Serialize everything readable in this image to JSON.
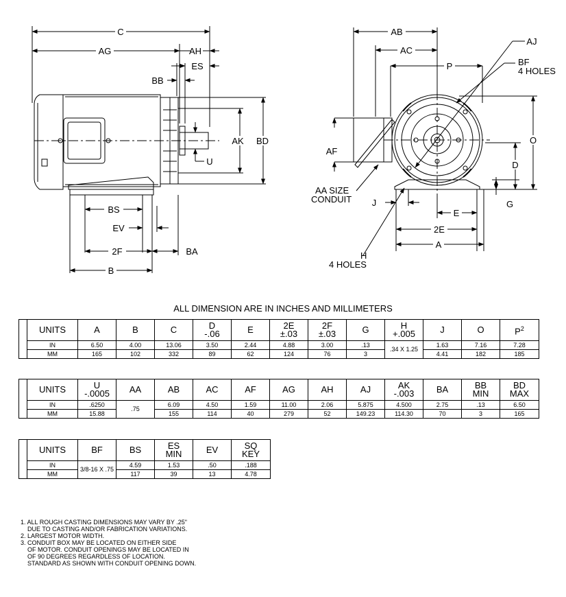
{
  "side_view_labels": {
    "C": "C",
    "AG": "AG",
    "AH": "AH",
    "ES": "ES",
    "BB": "BB",
    "U": "U",
    "AK": "AK",
    "BD": "BD",
    "BS": "BS",
    "EV": "EV",
    "2F": "2F",
    "BA": "BA",
    "B": "B"
  },
  "end_view_labels": {
    "AB": "AB",
    "AC": "AC",
    "AJ": "AJ",
    "P": "P",
    "BF": "BF",
    "BF_holes": "4 HOLES",
    "O": "O",
    "AF": "AF",
    "D": "D",
    "AA_1": "AA SIZE",
    "AA_2": "CONDUIT",
    "J": "J",
    "G": "G",
    "E": "E",
    "2E": "2E",
    "A": "A",
    "H": "H",
    "H_holes": "4 HOLES"
  },
  "title": "ALL DIMENSION ARE IN INCHES AND MILLIMETERS",
  "table1": {
    "h_units": "UNITS",
    "h_A": "A",
    "h_B": "B",
    "h_C": "C",
    "h_D1": "D",
    "h_D2": "-.06",
    "h_E": "E",
    "h_2E1": "2E",
    "h_2E2": "±.03",
    "h_2F1": "2F",
    "h_2F2": "±.03",
    "h_G": "G",
    "h_H1": "H",
    "h_H2": "+.005",
    "h_J": "J",
    "h_O": "O",
    "h_P": "P",
    "h_P_sup": "2",
    "in_label": "IN",
    "mm_label": "MM",
    "in_A": "6.50",
    "in_B": "4.00",
    "in_C": "13.06",
    "in_D": "3.50",
    "in_E": "2.44",
    "in_2E": "4.88",
    "in_2F": "3.00",
    "in_G": ".13",
    "H_shared": ".34 X 1.25",
    "in_J": "1.63",
    "in_O": "7.16",
    "in_P": "7.28",
    "mm_A": "165",
    "mm_B": "102",
    "mm_C": "332",
    "mm_D": "89",
    "mm_E": "62",
    "mm_2E": "124",
    "mm_2F": "76",
    "mm_G": "3",
    "mm_J": "4.41",
    "mm_O": "182",
    "mm_P": "185"
  },
  "table2": {
    "h_units": "UNITS",
    "h_U1": "U",
    "h_U2": "-.0005",
    "h_AA": "AA",
    "h_AB": "AB",
    "h_AC": "AC",
    "h_AF": "AF",
    "h_AG": "AG",
    "h_AH": "AH",
    "h_AJ": "AJ",
    "h_AK1": "AK",
    "h_AK2": "-.003",
    "h_BA": "BA",
    "h_BB1": "BB",
    "h_BB2": "MIN",
    "h_BD1": "BD",
    "h_BD2": "MAX",
    "in_label": "IN",
    "mm_label": "MM",
    "in_U": ".6250",
    "AA_shared": ".75",
    "in_AB": "6.09",
    "in_AC": "4.50",
    "in_AF": "1.59",
    "in_AG": "11.00",
    "in_AH": "2.06",
    "in_AJ": "5.875",
    "in_AK": "4.500",
    "in_BA": "2.75",
    "in_BB": ".13",
    "in_BD": "6.50",
    "mm_U": "15.88",
    "mm_AB": "155",
    "mm_AC": "114",
    "mm_AF": "40",
    "mm_AG": "279",
    "mm_AH": "52",
    "mm_AJ": "149.23",
    "mm_AK": "114.30",
    "mm_BA": "70",
    "mm_BB": "3",
    "mm_BD": "165"
  },
  "table3": {
    "h_units": "UNITS",
    "h_BF": "BF",
    "h_BS": "BS",
    "h_ES1": "ES",
    "h_ES2": "MIN",
    "h_EV": "EV",
    "h_SQ1": "SQ",
    "h_SQ2": "KEY",
    "in_label": "IN",
    "mm_label": "MM",
    "BF_shared": "3/8-16 X .75",
    "in_BS": "4.59",
    "in_ES": "1.53",
    "in_EV": ".50",
    "in_SQ": ".188",
    "mm_BS": "117",
    "mm_ES": "39",
    "mm_EV": "13",
    "mm_SQ": "4.78"
  },
  "notes": [
    "1. ALL ROUGH CASTING DIMENSIONS MAY VARY BY .25\"",
    "    DUE TO CASTING AND/OR FABRICATION VARIATIONS.",
    "2. LARGEST MOTOR WIDTH.",
    "3. CONDUIT BOX MAY BE LOCATED ON EITHER SIDE",
    "    OF MOTOR. CONDUIT OPENINGS MAY BE LOCATED IN",
    "    OF 90 DEGREES REGARDLESS OF LOCATION.",
    "    STANDARD AS SHOWN WITH CONDUIT OPENING DOWN."
  ]
}
